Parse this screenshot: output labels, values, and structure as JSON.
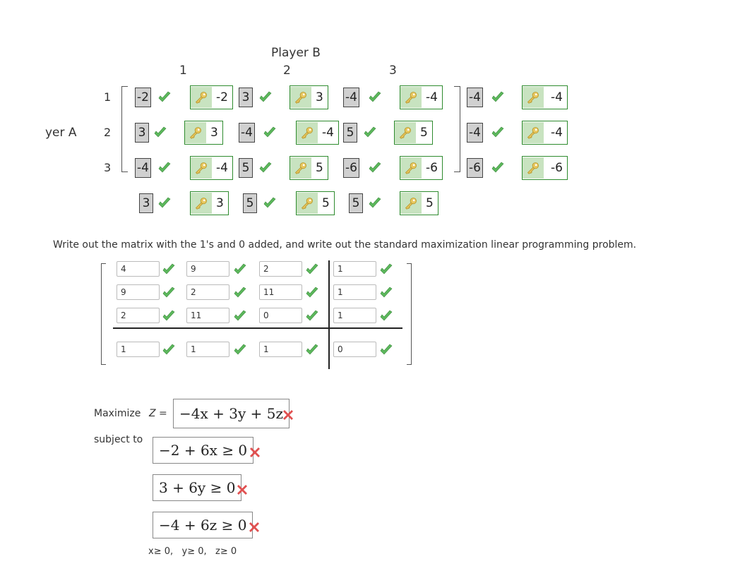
{
  "labels": {
    "player_b": "Player B",
    "player_a": "yer A"
  },
  "col_headers": [
    "1",
    "2",
    "3"
  ],
  "row_headers": [
    "1",
    "2",
    "3"
  ],
  "payoff_matrix": [
    [
      "-2",
      "3",
      "-4"
    ],
    [
      "3",
      "-4",
      "5"
    ],
    [
      "-4",
      "5",
      "-6"
    ]
  ],
  "payoff_answers": [
    [
      "-2",
      "3",
      "-4"
    ],
    [
      "3",
      "-4",
      "5"
    ],
    [
      "-4",
      "5",
      "-6"
    ]
  ],
  "row_mins": [
    "-4",
    "-4",
    "-6"
  ],
  "row_min_answers": [
    "-4",
    "-4",
    "-6"
  ],
  "col_maxes": [
    "3",
    "5",
    "5"
  ],
  "col_max_answers": [
    "3",
    "5",
    "5"
  ],
  "instruction": "Write out the matrix with the 1's and 0 added, and write out the standard maximization linear programming problem.",
  "lp_matrix": [
    [
      "4",
      "9",
      "2",
      "1"
    ],
    [
      "9",
      "2",
      "11",
      "1"
    ],
    [
      "2",
      "11",
      "0",
      "1"
    ],
    [
      "1",
      "1",
      "1",
      "0"
    ]
  ],
  "objective": {
    "label": "Maximize",
    "var": "Z =",
    "expr": "−4x + 3y + 5z"
  },
  "subject_to": "subject to",
  "constraints": [
    "−2 + 6x ≥ 0",
    "3 + 6y ≥ 0",
    "−4 + 6z ≥ 0"
  ],
  "nonneg": "x≥ 0,   y≥ 0,   z≥ 0",
  "colors": {
    "correct": "#5cb85c",
    "wrong": "#e74c3c",
    "key_bg": "#c8e3c0",
    "key_border": "#2e8b2e"
  }
}
